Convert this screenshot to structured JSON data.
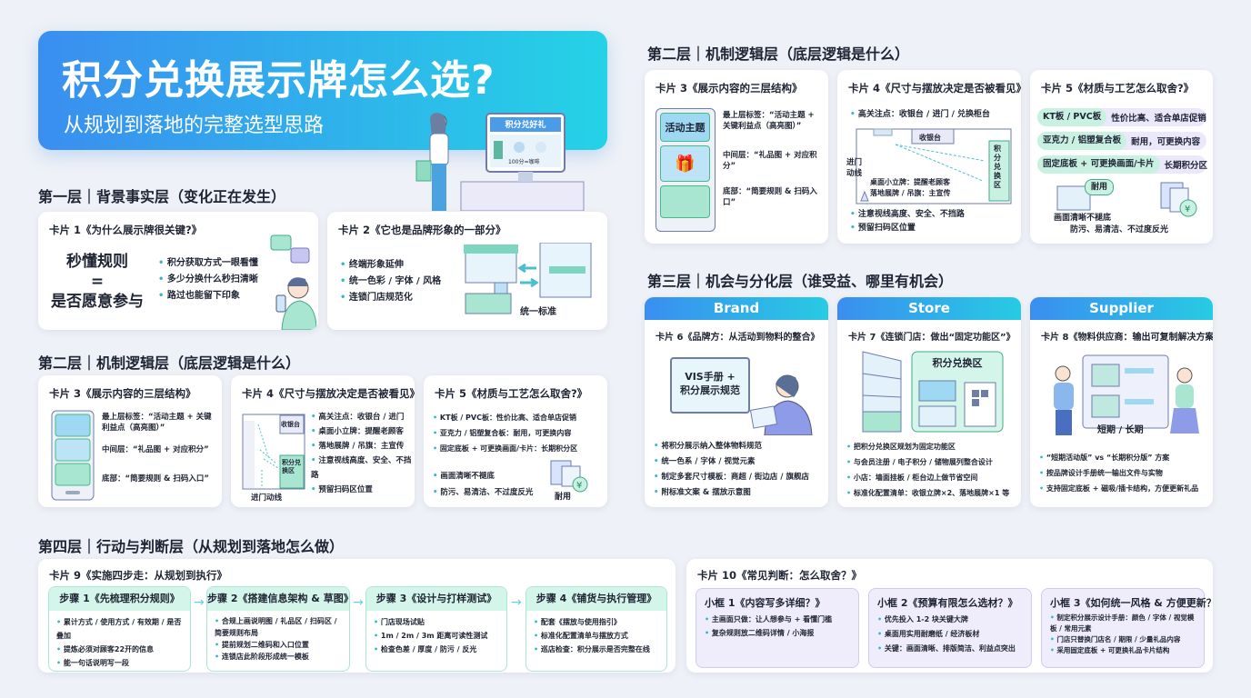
{
  "header": {
    "title": "积分兑换展示牌怎么选?",
    "subtitle": "从规划到落地的完整选型思路",
    "kiosk_title": "积分兑好礼",
    "kiosk_price": "100分=咖啡"
  },
  "sections": {
    "layer1": "第一层｜背景事实层（变化正在发生）",
    "layer2": "第二层｜机制逻辑层（底层逻辑是什么）",
    "layer3": "第三层｜机会与分化层（谁受益、哪里有机会）",
    "layer4": "第四层｜行动与判断层（从规划到落地怎么做）"
  },
  "card1": {
    "title": "卡片 1《为什么展示牌很关键?》",
    "eq": [
      "秒懂规则",
      "=",
      "是否愿意参与"
    ],
    "bullets": [
      "积分获取方式一眼看懂",
      "多少分换什么秒扫清晰",
      "路过也能留下印象"
    ]
  },
  "card2": {
    "title": "卡片 2《它也是品牌形象的一部分》",
    "bullets": [
      "终端形象延伸",
      "统一色彩 / 字体 / 风格",
      "连锁门店规范化"
    ],
    "caption": "统一标准"
  },
  "card3_left": {
    "title": "卡片 3《展示内容的三层结构》",
    "layers": [
      "最上层标签：“活动主题 + 关键利益点（高亮图）”",
      "中间层：“礼品图 + 对应积分”",
      "底部：“简要规则 & 扫码入口”"
    ]
  },
  "card4_left": {
    "title": "卡片 4《尺寸与摆放决定是否被看见》",
    "bullets": [
      "高关注点：收银台 / 进门",
      "桌面小立牌：提醒老顾客",
      "落地展牌 / 吊旗：主宣传",
      "注意视线高度、安全、不挡路",
      "预留扫码区位置"
    ],
    "cashier": "收银台",
    "zone": "积分兑换区",
    "path": "进门动线"
  },
  "card5_left": {
    "title": "卡片 5《材质与工艺怎么取舍?》",
    "bullets": [
      "KT板 / PVC板：性价比高、适合单店促销",
      "亚克力 / 铝塑复合板：耐用，可更换内容",
      "固定底板 + 可更换画面/卡片：长期积分区"
    ],
    "bullets2": [
      "画面清晰不褪底",
      "防污、易清洁、不过度反光"
    ],
    "badge": "耐用"
  },
  "card3_right": {
    "title": "卡片 3《展示内容的三层结构》",
    "top_label": "活动主题",
    "layers": [
      "最上层标签：“活动主题 + 关键利益点（高亮图）”",
      "中间层：“礼品图 + 对应积分”",
      "底部：“简要规则 & 扫码入口”"
    ]
  },
  "card4_right": {
    "title": "卡片 4《尺寸与摆放决定是否被看见》",
    "top": "高关注点：收银台 / 进门 / 兑换柜台",
    "cashier": "收银台",
    "zone": "积分兑换区",
    "path": "进门动线",
    "notes": [
      "桌面小立牌：提醒老顾客",
      "落地展牌 / 吊旗：主宣传"
    ],
    "bullets": [
      "注意视线高度、安全、不挡路",
      "预留扫码区位置"
    ]
  },
  "card5_right": {
    "title": "卡片 5《材质与工艺怎么取舍?》",
    "pills": [
      {
        "tag": "KT板 / PVC板",
        "desc": "性价比高、适合单店促销"
      },
      {
        "tag": "亚克力 / 铝塑复合板",
        "desc": "耐用，可更换内容"
      },
      {
        "tag": "固定底板 + 可更换画面/卡片",
        "desc": "长期积分区"
      }
    ],
    "badge": "耐用",
    "captions": [
      "画面清晰不褪底",
      "防污、易清洁、不过度反光"
    ]
  },
  "card6": {
    "header": "Brand",
    "title": "卡片 6《品牌方：从活动到物料的整合》",
    "screen": [
      "VIS手册 +",
      "积分展示规范"
    ],
    "bullets": [
      "将积分展示纳入整体物料规范",
      "统一色系 / 字体 / 视觉元素",
      "制定多套尺寸模板：商超 / 街边店 / 旗舰店",
      "附标准文案 & 摆放示意图"
    ]
  },
  "card7": {
    "header": "Store",
    "title": "卡片 7《连锁门店：做出“固定功能区”》",
    "board": "积分兑换区",
    "bullets": [
      "把积分兑换区规划为固定功能区",
      "与会员注册 / 电子积分 / 储物展列整合设计",
      "小店：墙面挂板 / 柜台边上做节省空间",
      "标准化配置清单：收银立牌×2、落地展牌×1 等"
    ]
  },
  "card8": {
    "header": "Supplier",
    "title": "卡片 8《物料供应商：输出可复制解决方案》",
    "caption": "短期 / 长期",
    "bullets": [
      "“短期活动版” vs “长期积分版” 方案",
      "按品牌设计手册统一输出文件与实物",
      "支持固定底板 + 磁吸/插卡结构，方便更新礼品"
    ]
  },
  "card9": {
    "title": "卡片 9《实施四步走：从规划到执行》",
    "steps": [
      {
        "title": "步骤 1《先梳理积分规则》",
        "bullets": [
          "累计方式 / 使用方式 / 有效期 / 是否叠加",
          "提炼必须对顾客22开的信息",
          "能一句话说明写一段"
        ]
      },
      {
        "title": "步骤 2《搭建信息架构 & 草图》",
        "bullets": [
          "合规上画说明图 / 礼品区 / 扫码区 / 简要规则布局",
          "提前规划二维码和入口位置",
          "连锁店此阶段形成统一模板"
        ]
      },
      {
        "title": "步骤 3《设计与打样测试》",
        "bullets": [
          "门店现场试贴",
          "1m / 2m / 3m 距离可读性测试",
          "检查色差 / 厚度 / 防污 / 反光"
        ]
      },
      {
        "title": "步骤 4《铺货与执行管理》",
        "bullets": [
          "配套《摆放与使用指引》",
          "标准化配置清单与摆放方式",
          "巡店检查：积分展示是否完整在线"
        ]
      }
    ]
  },
  "card10": {
    "title": "卡片 10《常见判断：怎么取舍？》",
    "boxes": [
      {
        "title": "小框 1《内容写多详细？》",
        "bullets": [
          "主画面只做：让人想参与 + 看懂门槛",
          "复杂规则放二维码详情 / 小海报"
        ]
      },
      {
        "title": "小框 2《预算有限怎么选材？》",
        "bullets": [
          "优先投入 1-2 块关键大牌",
          "桌面用实用耐磨纸 / 经济板材",
          "关键：画面清晰、排版简洁、利益点突出"
        ]
      },
      {
        "title": "小框 3《如何统一风格 & 方便更新？》",
        "bullets": [
          "制定积分展示设计手册：颜色 / 字体 / 视觉模板 / 常用元素",
          "门店只替换门店名 / 期限 / 少量礼品内容",
          "采用固定底板 + 可更换礼品卡片结构"
        ]
      }
    ]
  },
  "colors": {
    "banner_start": "#3a8ef0",
    "banner_end": "#25d2e6",
    "mint": "#c9f1e2",
    "lavender": "#efedfb",
    "background": "#eef1f7"
  }
}
